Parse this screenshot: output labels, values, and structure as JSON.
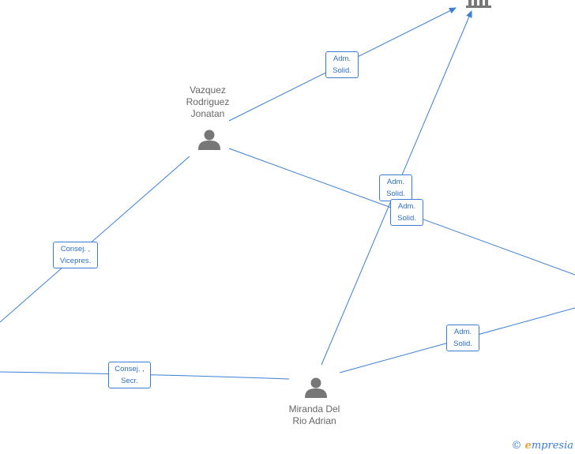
{
  "nodes": {
    "vazquez": {
      "name": "Vazquez\nRodriguez\nJonatan",
      "icon": "person-icon"
    },
    "miranda": {
      "name": "Miranda Del\nRio Adrian",
      "icon": "person-icon"
    },
    "company": {
      "icon": "building-icon"
    }
  },
  "edges": {
    "vazquez_company": "Adm.\nSolid.",
    "miranda_company": "Adm.\nSolid.",
    "vazquez_right": "Adm.\nSolid.",
    "miranda_right": "Adm.\nSolid.",
    "vazquez_left": "Consej. ,\nVicepres.",
    "miranda_left": "Consej. ,\nSecr."
  },
  "watermark": {
    "copyright": "©",
    "brand_initial": "e",
    "brand_rest": "mpresia"
  },
  "colors": {
    "edge": "#3a7fd5",
    "icon": "#777777",
    "text": "#666666"
  }
}
